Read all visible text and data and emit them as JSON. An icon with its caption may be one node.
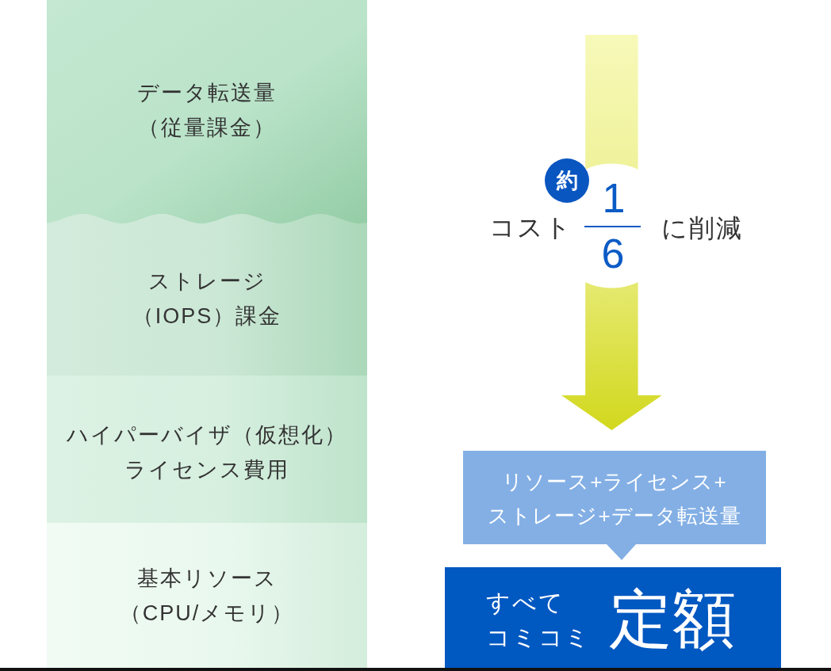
{
  "diagram": {
    "nodes": [
      {
        "text": [
          "データ転送量（従量課金）"
        ]
      },
      {
        "text": [
          "ストレージ（IOPS）課金"
        ]
      },
      {
        "text": [
          "ハイパーバイザ（仮想化）ライセンス費用"
        ]
      },
      {
        "text": [
          "基本リソース（CPU/メモリ）"
        ]
      },
      {
        "text": [
          "約"
        ]
      },
      {
        "text": [
          "リソース+ライセンス+ストレージ+データ転送量"
        ]
      },
      {
        "text": [
          "すべてコミコミ",
          "定額"
        ]
      }
    ],
    "edges": [
      {
        "from": null,
        "to": 5,
        "arrow": "to"
      }
    ],
    "labels": [
      "コスト",
      "1",
      "6",
      "に削減"
    ]
  }
}
